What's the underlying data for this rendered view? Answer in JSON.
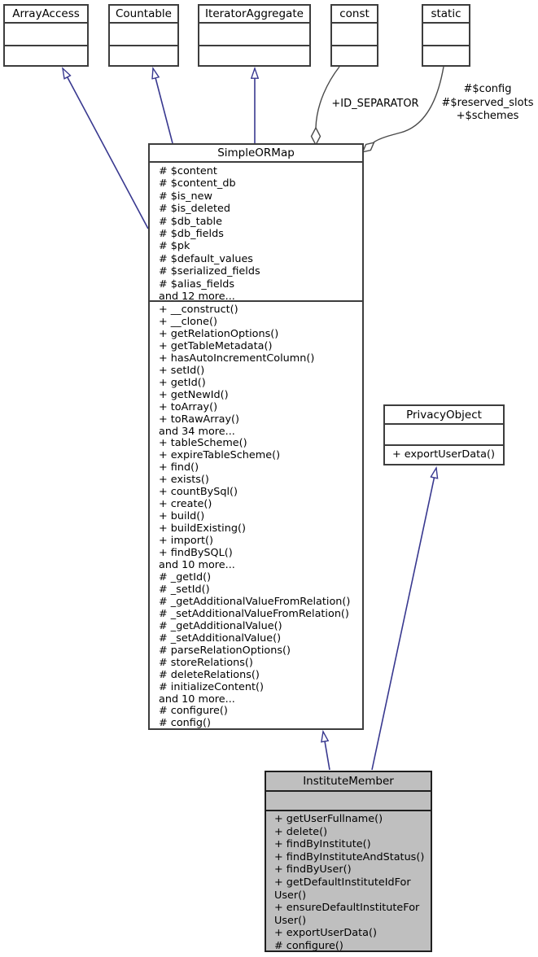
{
  "colors": {
    "node-border": "#3d3d3d",
    "node-fill": "#ffffff",
    "highlight-fill": "#bfbfbf",
    "inheritance-edge": "#38388f",
    "aggregation-edge": "#4a4a4a",
    "text": "#000000"
  },
  "classes": {
    "array_access": {
      "name": "ArrayAccess"
    },
    "countable": {
      "name": "Countable"
    },
    "iterator_aggregate": {
      "name": "IteratorAggregate"
    },
    "const": {
      "name": "const"
    },
    "static": {
      "name": "static"
    },
    "privacy_object": {
      "name": "PrivacyObject",
      "methods": [
        "+ exportUserData()"
      ]
    },
    "simple_or_map": {
      "name": "SimpleORMap",
      "attributes": [
        "# $content",
        "# $content_db",
        "# $is_new",
        "# $is_deleted",
        "# $db_table",
        "# $db_fields",
        "# $pk",
        "# $default_values",
        "# $serialized_fields",
        "# $alias_fields",
        "and 12 more..."
      ],
      "methods": [
        "+ __construct()",
        "+ __clone()",
        "+ getRelationOptions()",
        "+ getTableMetadata()",
        "+ hasAutoIncrementColumn()",
        "+ setId()",
        "+ getId()",
        "+ getNewId()",
        "+ toArray()",
        "+ toRawArray()",
        "and 34 more...",
        "+ tableScheme()",
        "+ expireTableScheme()",
        "+ find()",
        "+ exists()",
        "+ countBySql()",
        "+ create()",
        "+ build()",
        "+ buildExisting()",
        "+ import()",
        "+ findBySQL()",
        "and 10 more...",
        "# _getId()",
        "# _setId()",
        "# _getAdditionalValueFromRelation()",
        "# _setAdditionalValueFromRelation()",
        "# _getAdditionalValue()",
        "# _setAdditionalValue()",
        "# parseRelationOptions()",
        "# storeRelations()",
        "# deleteRelations()",
        "# initializeContent()",
        "and 10 more...",
        "# configure()",
        "# config()"
      ]
    },
    "institute_member": {
      "name": "InstituteMember",
      "methods": [
        "+ getUserFullname()",
        "+ delete()",
        "+ findByInstitute()",
        "+ findByInstituteAndStatus()",
        "+ findByUser()",
        "+ getDefaultInstituteIdFor",
        "User()",
        "+ ensureDefaultInstituteFor",
        "User()",
        "+ exportUserData()",
        "# configure()"
      ]
    }
  },
  "edges": {
    "const_label": "+ID_SEPARATOR",
    "static_label_lines": [
      "#$config",
      "#$reserved_slots",
      "+$schemes"
    ]
  }
}
